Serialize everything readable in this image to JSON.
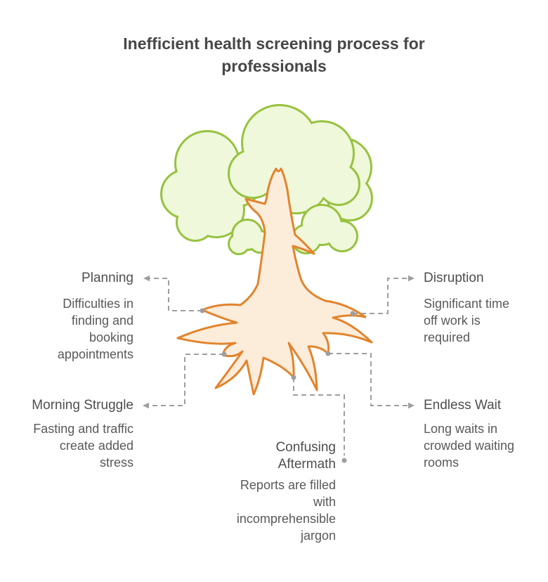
{
  "title": "Inefficient health screening process for professionals",
  "colors": {
    "canopy_fill": "#eff8da",
    "canopy_stroke": "#97c240",
    "trunk_fill": "#fcecda",
    "trunk_stroke": "#e2842d",
    "connector": "#9e9e9e",
    "title_text": "#474747",
    "label_text": "#4e4e4e",
    "description_text": "#595959"
  },
  "nodes": {
    "planning": {
      "label": "Planning",
      "description": "Difficulties in finding and booking appointments"
    },
    "disruption": {
      "label": "Disruption",
      "description": "Significant time off work is required"
    },
    "morning_struggle": {
      "label": "Morning Struggle",
      "description": "Fasting and traffic create added stress"
    },
    "endless_wait": {
      "label": "Endless Wait",
      "description": "Long waits in crowded waiting rooms"
    },
    "confusing_aftermath": {
      "label": "Confusing Aftermath",
      "description": "Reports are filled with incomprehensible jargon"
    }
  }
}
